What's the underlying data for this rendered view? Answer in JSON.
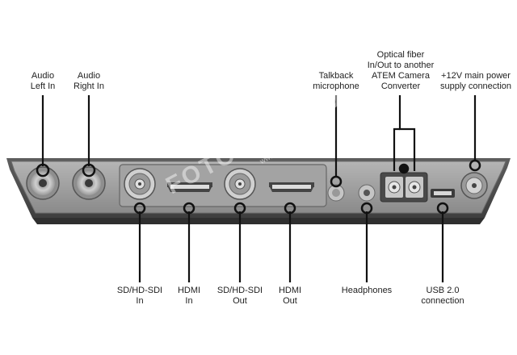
{
  "labels": {
    "audio_left": [
      "Audio",
      "Left In"
    ],
    "audio_right": [
      "Audio",
      "Right In"
    ],
    "talkback": [
      "Talkback",
      "microphone"
    ],
    "optical": [
      "Optical fiber",
      "In/Out to another",
      "ATEM Camera",
      "Converter"
    ],
    "power": [
      "+12V main power",
      "supply connection"
    ],
    "sdi_in": [
      "SD/HD-SDI",
      "In"
    ],
    "hdmi_in": [
      "HDMI",
      "In"
    ],
    "sdi_out": [
      "SD/HD-SDI",
      "Out"
    ],
    "hdmi_out": [
      "HDMI",
      "Out"
    ],
    "headphones": [
      "Headphones"
    ],
    "usb": [
      "USB 2.0",
      "connection"
    ]
  },
  "watermark": {
    "text": "FOTOPROSHOP",
    "url": "www.fotoproshop.hu"
  }
}
